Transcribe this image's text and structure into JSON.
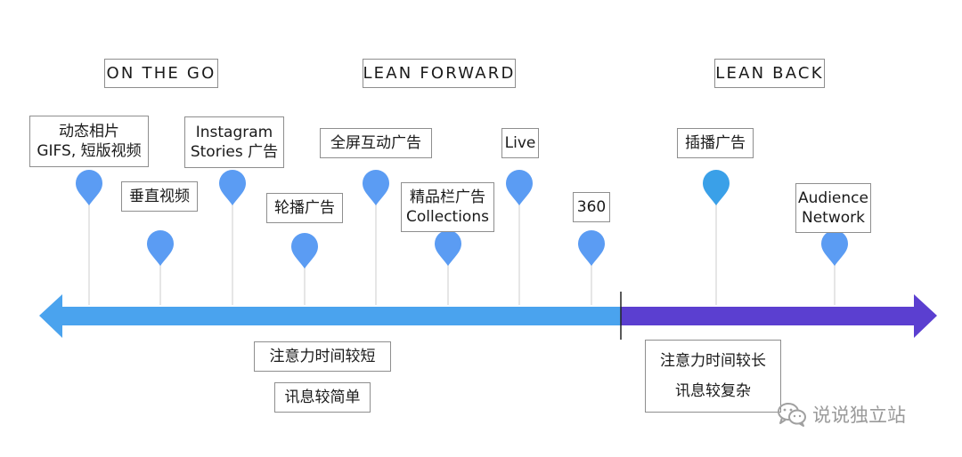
{
  "categories": [
    "ON THE GO",
    "LEAN FORWARD",
    "LEAN BACK"
  ],
  "formats": [
    {
      "lines": [
        "动态相片",
        "GIFS, 短版视频"
      ]
    },
    {
      "lines": [
        "垂直视频"
      ]
    },
    {
      "lines": [
        "Instagram",
        "Stories 广告"
      ]
    },
    {
      "lines": [
        "轮播广告"
      ]
    },
    {
      "lines": [
        "全屏互动广告"
      ]
    },
    {
      "lines": [
        "精品栏广告",
        "Collections"
      ]
    },
    {
      "lines": [
        "Live"
      ]
    },
    {
      "lines": [
        "360"
      ]
    },
    {
      "lines": [
        "插播广告"
      ]
    },
    {
      "lines": [
        "Audience",
        "Network"
      ]
    }
  ],
  "attention": {
    "short_label": "注意力时间较短",
    "simple_label": "讯息较简单",
    "long_label": "注意力时间较长",
    "complex_label": "讯息较复杂"
  },
  "colors": {
    "left_arrow": "#4aa3ee",
    "right_arrow": "#5b3fd0",
    "pin": "#5b9cf3",
    "pin_highlight": "#3aa0e8"
  },
  "watermark": {
    "text": "说说独立站",
    "icon": "wechat-icon"
  }
}
